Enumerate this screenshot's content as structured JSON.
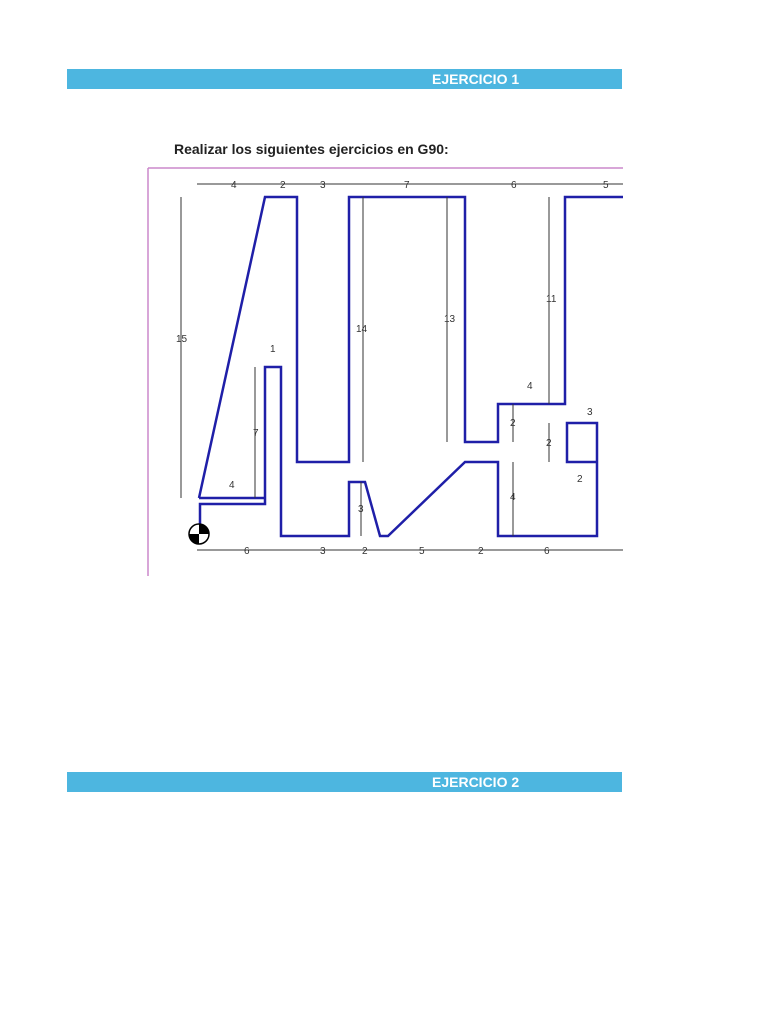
{
  "colors": {
    "banner": "#4db6e0",
    "outline": "#1f1fa8",
    "frame": "#cc88cc",
    "dimension": "#333333"
  },
  "exercise1": {
    "title": "EJERCICIO 1"
  },
  "exercise2": {
    "title": "EJERCICIO 2"
  },
  "instruction": "Realizar los siguientes ejercicios en G90:",
  "drawing": {
    "top_dims": [
      "4",
      "2",
      "3",
      "7",
      "6",
      "5"
    ],
    "bottom_dims": [
      "6",
      "3",
      "2",
      "5",
      "2",
      "6"
    ],
    "vertical_dims": [
      "15",
      "14",
      "13",
      "11",
      "7",
      "3",
      "4",
      "2",
      "2"
    ],
    "small_dims": [
      "1",
      "4",
      "4",
      "3",
      "2"
    ]
  }
}
